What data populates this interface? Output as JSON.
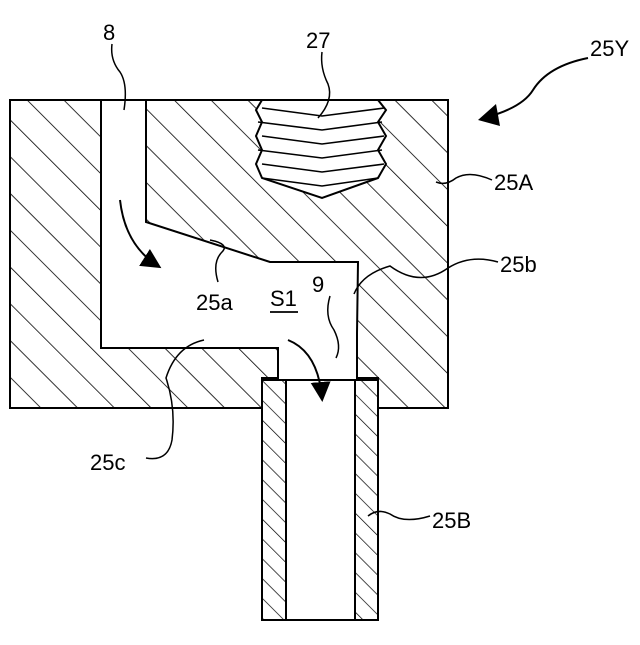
{
  "labels": {
    "fig_ref": "25Y",
    "part_8": "8",
    "part_27": "27",
    "block": "25A",
    "face_b": "25b",
    "face_a": "25a",
    "space": "S1",
    "part_9": "9",
    "face_c": "25c",
    "tube": "25B"
  }
}
